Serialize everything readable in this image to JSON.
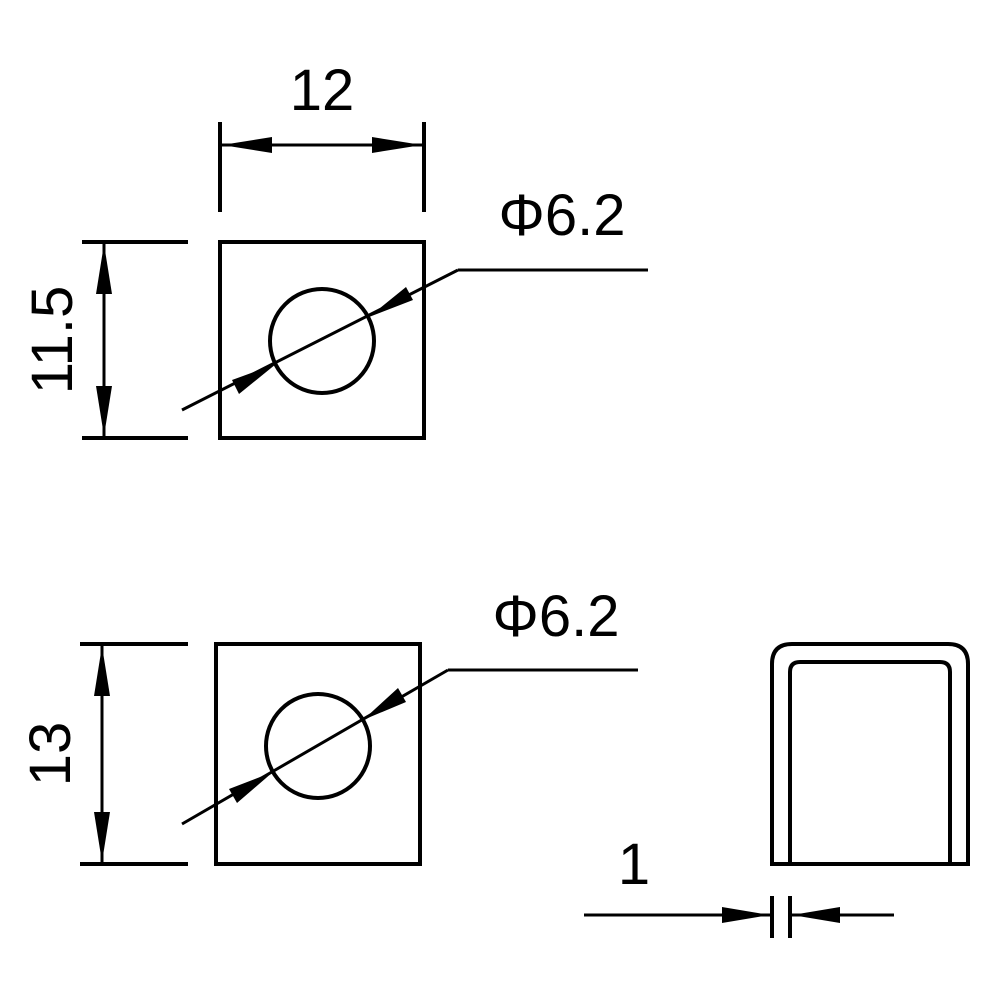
{
  "drawing": {
    "top_view": {
      "width_dim": "12",
      "height_dim": "11.5",
      "hole_dim": "Φ6.2"
    },
    "bottom_view": {
      "height_dim": "13",
      "hole_dim": "Φ6.2"
    },
    "side_view": {
      "thickness_dim": "1"
    },
    "colors": {
      "line": "#000000",
      "background": "#ffffff"
    }
  }
}
